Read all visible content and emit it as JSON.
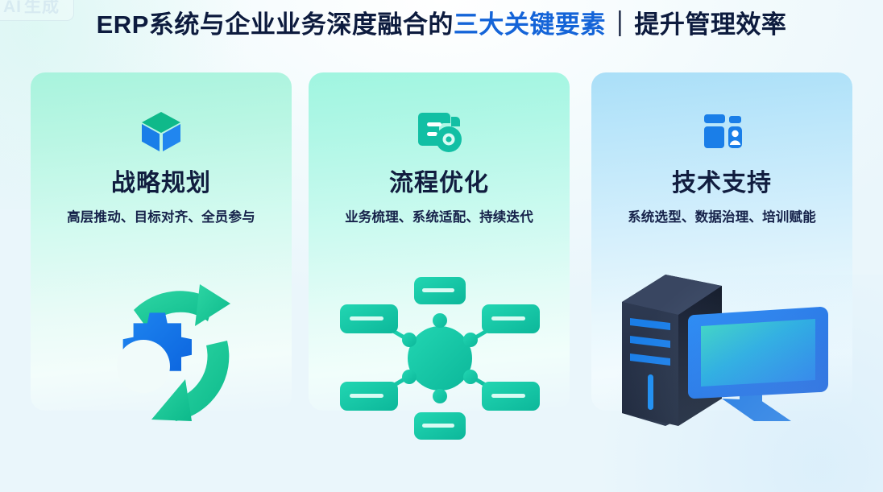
{
  "watermark": {
    "text_a": "AI",
    "text_b": "生成"
  },
  "header": {
    "title_part1": "ERP系统与企业业务深度融合的",
    "title_highlight": "三大关键要素",
    "title_separator": "｜",
    "title_part2": "提升管理效率",
    "highlight_color": "#1464d8",
    "text_color": "#0d1b3e"
  },
  "cards": [
    {
      "id": "strategic-planning",
      "icon": "cube-icon",
      "title": "战略规划",
      "subtitle": "高层推动、目标对齐、全员参与",
      "accent_color": "#0fb98a",
      "card_color": "#a8f3dd",
      "illustration": "gear-refresh-illustration"
    },
    {
      "id": "process-optimization",
      "icon": "document-search-icon",
      "title": "流程优化",
      "subtitle": "业务梳理、系统适配、持续迭代",
      "accent_color": "#12bfa4",
      "card_color": "#a0f5e0",
      "illustration": "network-hub-illustration"
    },
    {
      "id": "technical-support",
      "icon": "dashboard-user-icon",
      "title": "技术支持",
      "subtitle": "系统选型、数据治理、培训赋能",
      "accent_color": "#1a7ee8",
      "card_color": "#aadff8",
      "illustration": "desktop-computer-illustration"
    }
  ]
}
